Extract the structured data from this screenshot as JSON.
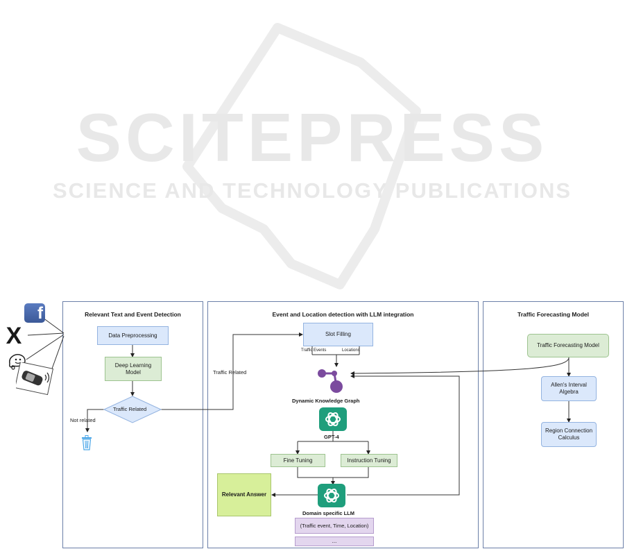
{
  "watermark": {
    "title": "SCITEPRESS",
    "subtitle": "SCIENCE AND TECHNOLOGY PUBLICATIONS"
  },
  "panels": {
    "detection": {
      "title": "Relevant Text and Event Detection"
    },
    "llm": {
      "title": "Event and Location detection with LLM integration"
    },
    "forecast": {
      "title": "Traffic Forecasting Model"
    }
  },
  "sources": {
    "facebook_letter": "f",
    "x_letter": "X"
  },
  "nodes": {
    "data_preprocessing": "Data Preprocessing",
    "deep_learning": "Deep Learning Model",
    "traffic_related": "Traffic Related",
    "not_related": "Not related",
    "traffic_related_edge": "Traffic Related",
    "slot_filling": "Slot Filling",
    "traffic_events": "Traffic Events",
    "locations": "Locations",
    "knowledge_graph": "Dynamic Knowledge Graph",
    "gpt4": "GPT-4",
    "fine_tuning": "Fine Tuning",
    "instruction_tuning": "Instruction Tuning",
    "relevant_answer": "Relevant Answer",
    "domain_llm": "Domain specific LLM",
    "output_tuple": "(Traffic event, Time, Location)",
    "ellipsis": "...",
    "forecast_model": "Traffic Forecasting Model",
    "allen": "Allen's Interval Algebra",
    "rcc": "Region Connection Calculus"
  },
  "colors": {
    "blue_box": "#dbe8fb",
    "green_box": "#dcecd5",
    "purple_box": "#e3d6ee",
    "answer_box": "#d7ef9a",
    "panel_border": "#6b7fa8",
    "gpt_green": "#1f9e7c",
    "graph_purple": "#7b4b9e"
  }
}
